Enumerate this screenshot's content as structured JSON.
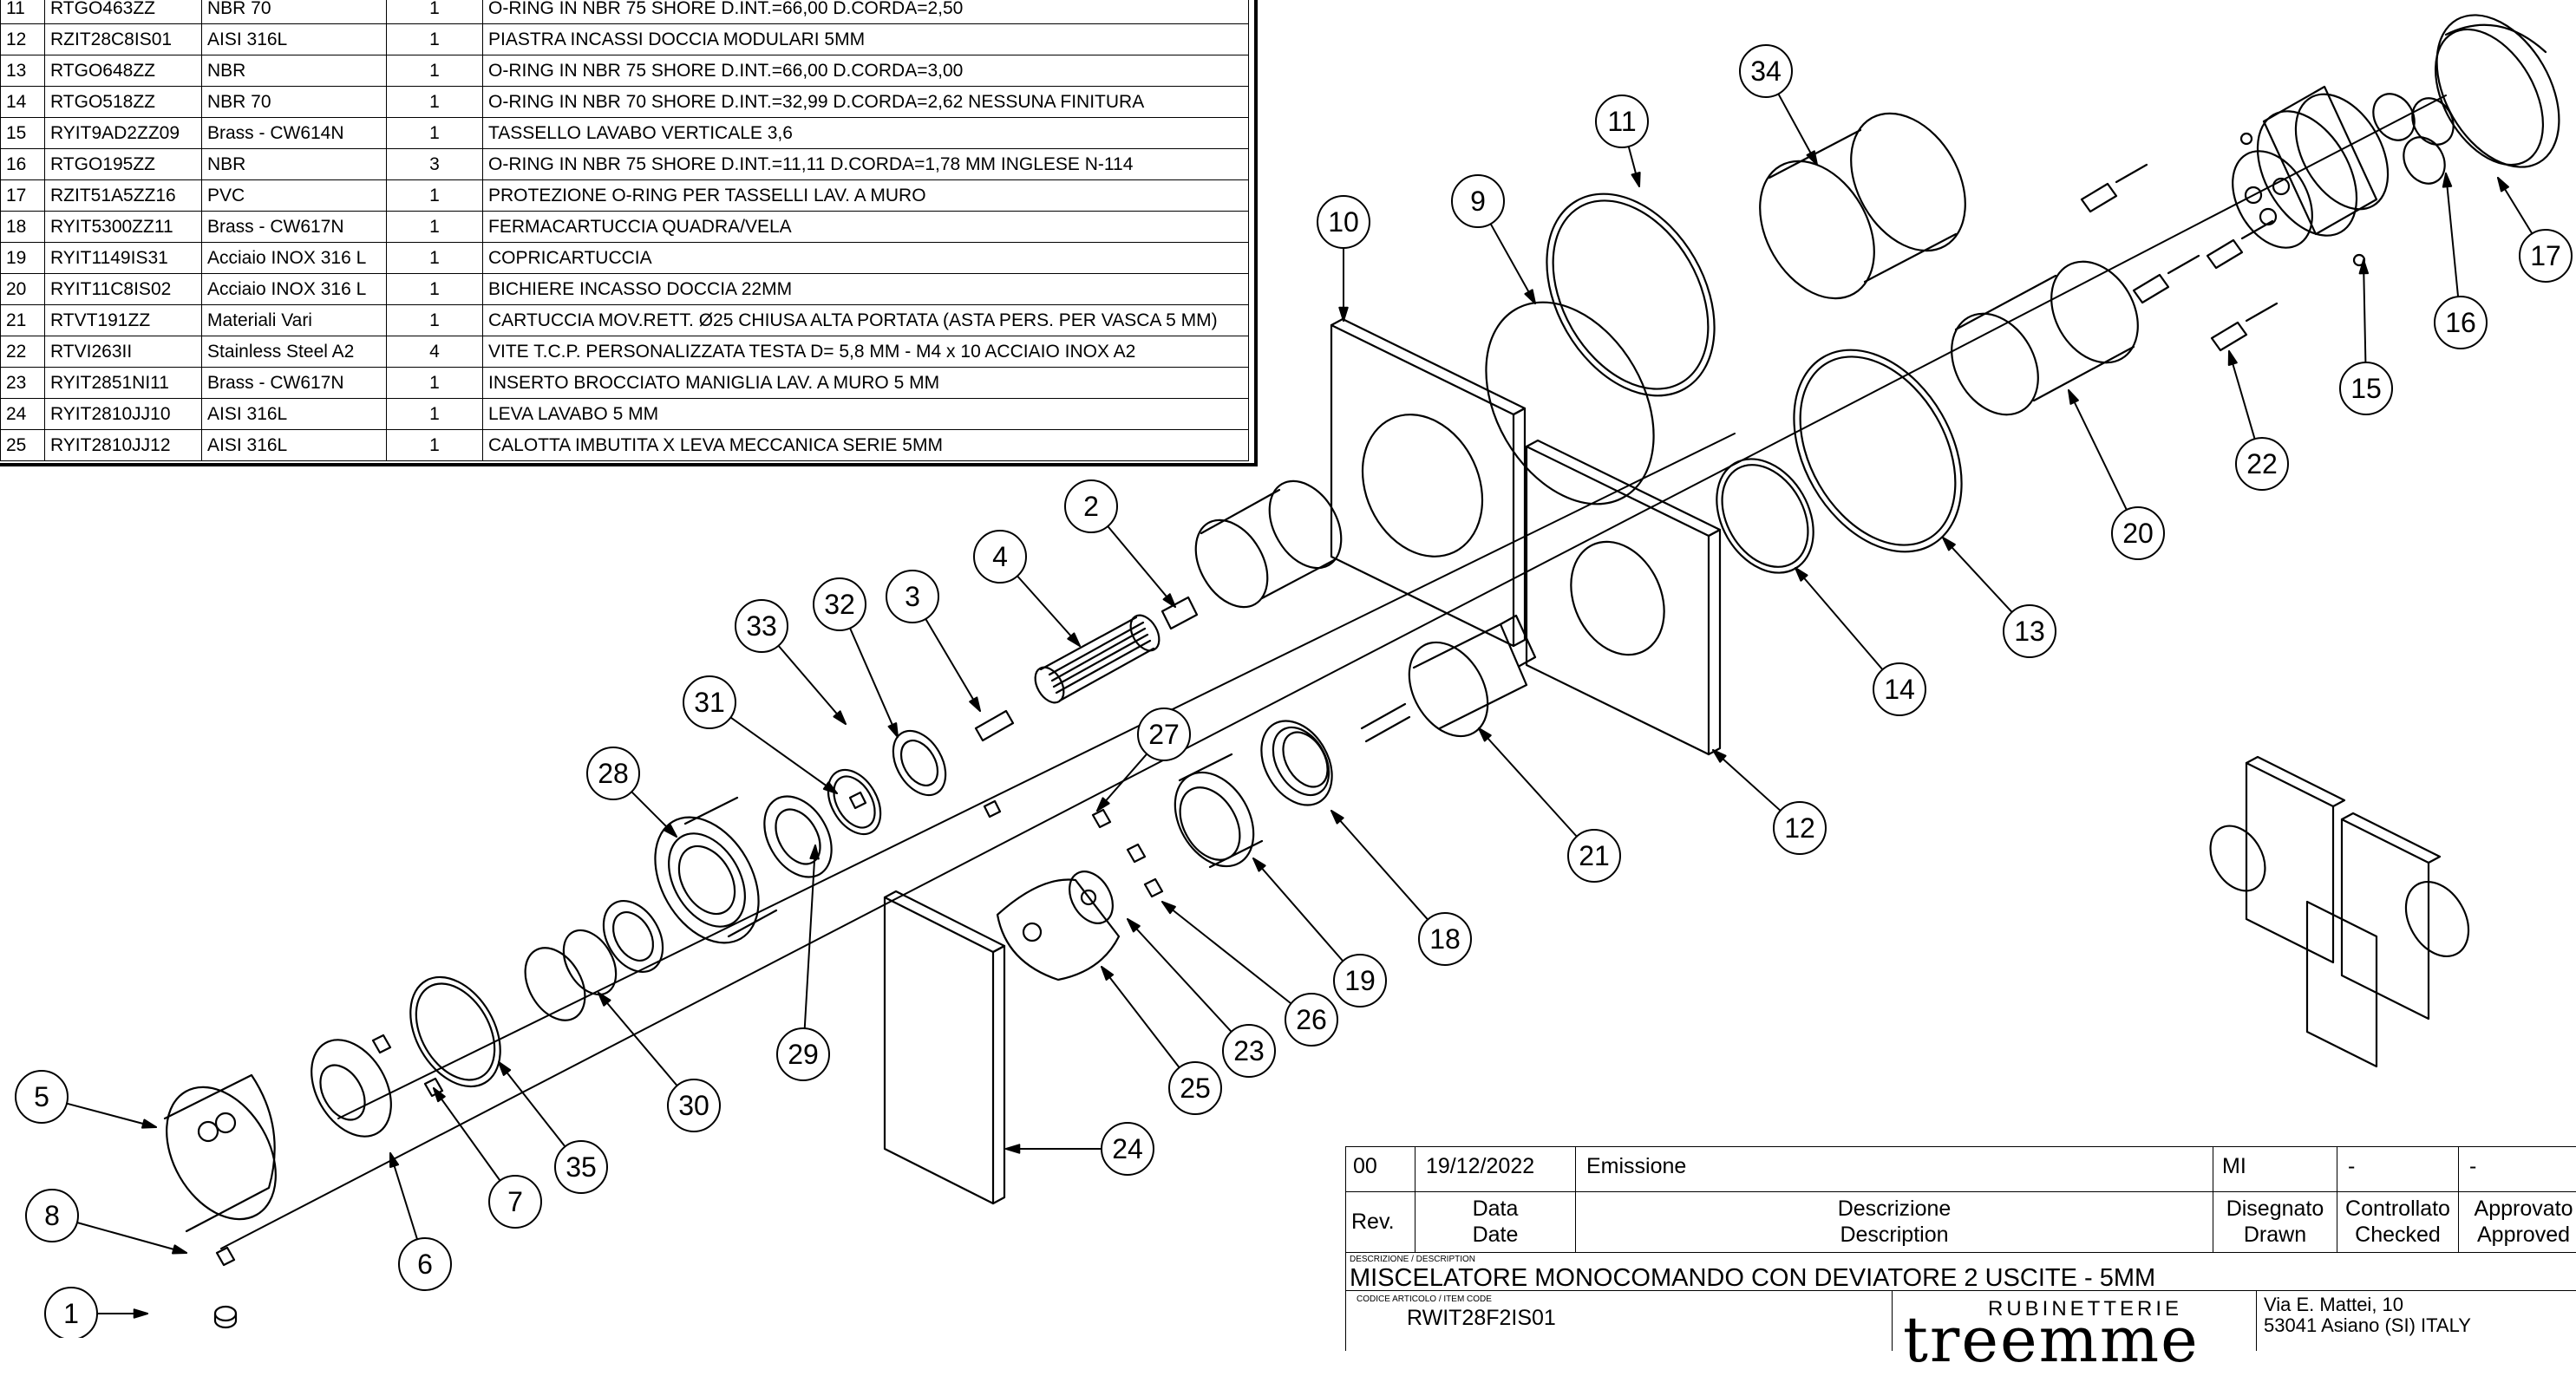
{
  "bom": {
    "rows": [
      {
        "pos": "11",
        "code": "RTGO463ZZ",
        "material": "NBR 70",
        "qty": "1",
        "description": "O-RING IN NBR 75 SHORE D.INT.=66,00 D.CORDA=2,50"
      },
      {
        "pos": "12",
        "code": "RZIT28C8IS01",
        "material": "AISI 316L",
        "qty": "1",
        "description": "PIASTRA INCASSI DOCCIA MODULARI 5MM"
      },
      {
        "pos": "13",
        "code": "RTGO648ZZ",
        "material": "NBR",
        "qty": "1",
        "description": "O-RING IN NBR 75 SHORE D.INT.=66,00 D.CORDA=3,00"
      },
      {
        "pos": "14",
        "code": "RTGO518ZZ",
        "material": "NBR 70",
        "qty": "1",
        "description": "O-RING IN NBR 70 SHORE D.INT.=32,99 D.CORDA=2,62 NESSUNA FINITURA"
      },
      {
        "pos": "15",
        "code": "RYIT9AD2ZZ09",
        "material": "Brass - CW614N",
        "qty": "1",
        "description": "TASSELLO LAVABO VERTICALE 3,6"
      },
      {
        "pos": "16",
        "code": "RTGO195ZZ",
        "material": "NBR",
        "qty": "3",
        "description": "O-RING IN NBR 75 SHORE D.INT.=11,11 D.CORDA=1,78 MM INGLESE N-114"
      },
      {
        "pos": "17",
        "code": "RZIT51A5ZZ16",
        "material": "PVC",
        "qty": "1",
        "description": "PROTEZIONE O-RING PER TASSELLI LAV. A MURO"
      },
      {
        "pos": "18",
        "code": "RYIT5300ZZ11",
        "material": "Brass - CW617N",
        "qty": "1",
        "description": "FERMACARTUCCIA QUADRA/VELA"
      },
      {
        "pos": "19",
        "code": "RYIT1149IS31",
        "material": "Acciaio INOX 316 L",
        "qty": "1",
        "description": "COPRICARTUCCIA"
      },
      {
        "pos": "20",
        "code": "RYIT11C8IS02",
        "material": "Acciaio INOX 316 L",
        "qty": "1",
        "description": "BICHIERE INCASSO DOCCIA 22MM"
      },
      {
        "pos": "21",
        "code": "RTVT191ZZ",
        "material": "Materiali Vari",
        "qty": "1",
        "description": "CARTUCCIA MOV.RETT. Ø25 CHIUSA ALTA PORTATA (ASTA PERS. PER VASCA 5 MM)"
      },
      {
        "pos": "22",
        "code": "RTVI263II",
        "material": "Stainless Steel A2",
        "qty": "4",
        "description": "VITE T.C.P. PERSONALIZZATA TESTA D= 5,8 MM  -  M4 x 10 ACCIAIO INOX A2"
      },
      {
        "pos": "23",
        "code": "RYIT2851NI11",
        "material": "Brass - CW617N",
        "qty": "1",
        "description": "INSERTO BROCCIATO MANIGLIA LAV. A MURO 5 MM"
      },
      {
        "pos": "24",
        "code": "RYIT2810JJ10",
        "material": "AISI 316L",
        "qty": "1",
        "description": "LEVA LAVABO 5 MM"
      },
      {
        "pos": "25",
        "code": "RYIT2810JJ12",
        "material": "AISI 316L",
        "qty": "1",
        "description": "CALOTTA IMBUTITA X LEVA MECCANICA SERIE 5MM"
      }
    ]
  },
  "balloons": [
    "1",
    "2",
    "3",
    "4",
    "5",
    "6",
    "7",
    "8",
    "9",
    "10",
    "11",
    "12",
    "13",
    "14",
    "15",
    "16",
    "17",
    "18",
    "19",
    "20",
    "21",
    "22",
    "23",
    "24",
    "25",
    "26",
    "27",
    "28",
    "29",
    "30",
    "31",
    "32",
    "33",
    "34",
    "35"
  ],
  "title_block": {
    "rev": "00",
    "date": "19/12/2022",
    "change": "Emissione",
    "drawn": "MI",
    "checked": "-",
    "approved": "-",
    "hdr_rev": "Rev.",
    "hdr_date_it": "Data",
    "hdr_date_en": "Date",
    "hdr_desc_it": "Descrizione",
    "hdr_desc_en": "Description",
    "hdr_drawn_it": "Disegnato",
    "hdr_drawn_en": "Drawn",
    "hdr_checked_it": "Controllato",
    "hdr_checked_en": "Checked",
    "hdr_approved_it": "Approvato",
    "hdr_approved_en": "Approved",
    "desc_caption": "DESCRIZIONE / DESCRIPTION",
    "description": "MISCELATORE MONOCOMANDO CON DEVIATORE 2 USCITE - 5MM",
    "code_caption": "CODICE ARTICOLO / ITEM CODE",
    "item_code": "RWIT28F2IS01",
    "company_small": "RUBINETTERIE",
    "company_logo": "treemme",
    "address1": "Via E. Mattei, 10",
    "address2": "53041 Asiano (SI) ITALY"
  }
}
